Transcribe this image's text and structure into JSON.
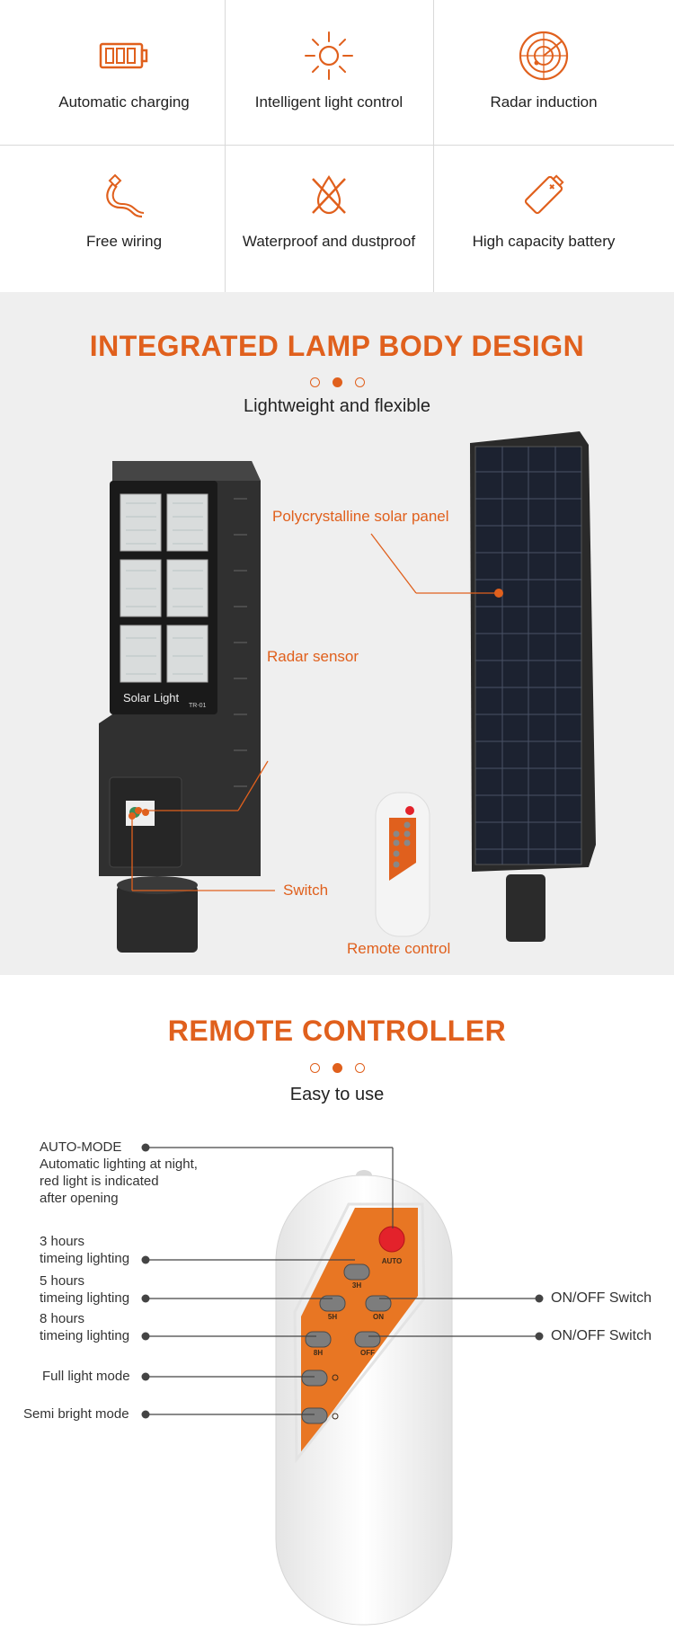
{
  "features": [
    {
      "label": "Automatic charging",
      "icon": "battery-icon"
    },
    {
      "label": "Intelligent light control",
      "icon": "sun-icon"
    },
    {
      "label": "Radar induction",
      "icon": "radar-icon"
    },
    {
      "label": "Free wiring",
      "icon": "plug-cable-icon"
    },
    {
      "label": "Waterproof and dustproof",
      "icon": "water-drop-crossed-icon"
    },
    {
      "label": "High capacity battery",
      "icon": "battery-tilted-icon"
    }
  ],
  "lamp_section": {
    "title": "INTEGRATED LAMP BODY DESIGN",
    "subtitle": "Lightweight and flexible",
    "lamp_text": "Solar Light",
    "lamp_model": "TR-01",
    "callouts": {
      "solar_panel": "Polycrystalline solar panel",
      "radar_sensor": "Radar sensor",
      "switch": "Switch",
      "remote_control": "Remote control"
    }
  },
  "remote_section": {
    "title": "REMOTE CONTROLLER",
    "subtitle": "Easy to use",
    "auto_mode": {
      "heading": "AUTO-MODE",
      "line1": "Automatic lighting at night,",
      "line2": "red light is indicated",
      "line3": "after opening"
    },
    "labels": {
      "h3_a": "3 hours",
      "h3_b": "timeing lighting",
      "h5_a": "5 hours",
      "h5_b": "timeing lighting",
      "h8_a": "8 hours",
      "h8_b": "timeing lighting",
      "full": "Full light mode",
      "semi": "Semi bright mode",
      "on_switch": "ON/OFF Switch",
      "off_switch": "ON/OFF Switch"
    },
    "buttons": {
      "auto": "AUTO",
      "h3": "3H",
      "h5": "5H",
      "on": "ON",
      "h8": "8H",
      "off": "OFF"
    }
  },
  "colors": {
    "accent": "#e0601d",
    "section_bg": "#efefef",
    "auto_button": "#e3222b"
  }
}
